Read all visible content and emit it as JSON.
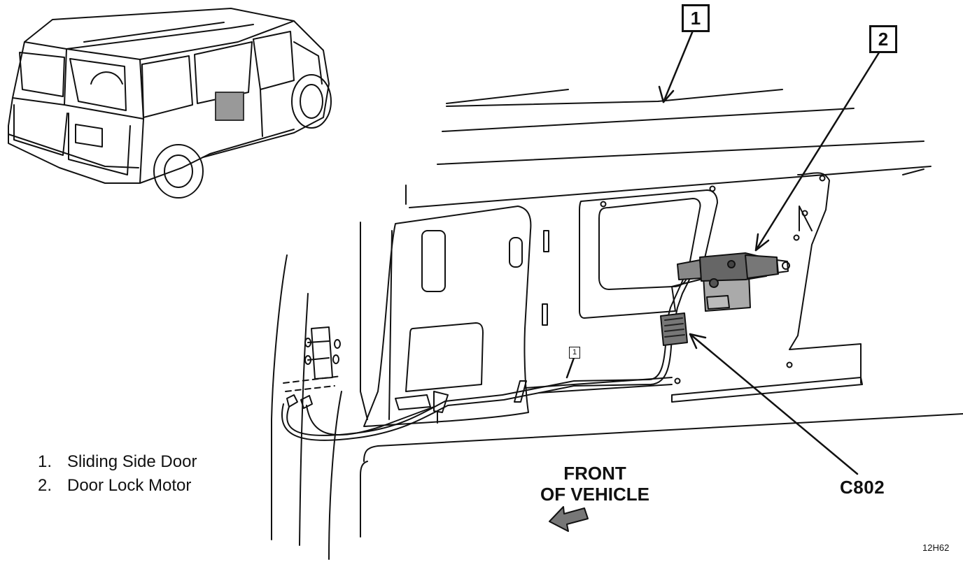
{
  "callouts": [
    {
      "number": "1"
    },
    {
      "number": "2"
    }
  ],
  "harness_tag": "1",
  "connector_label": "C802",
  "front_label": {
    "line1": "FRONT",
    "line2": "OF VEHICLE"
  },
  "legend": [
    {
      "number": "1.",
      "label": "Sliding Side Door"
    },
    {
      "number": "2.",
      "label": "Door Lock Motor"
    }
  ],
  "figure_code": "12H62"
}
